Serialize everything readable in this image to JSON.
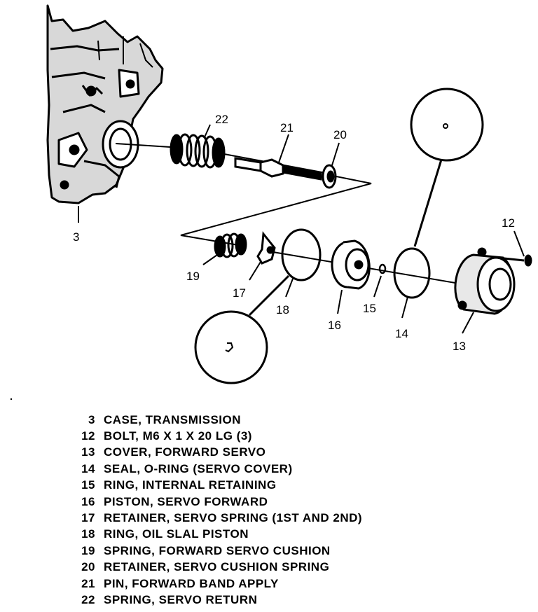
{
  "callouts": {
    "c3": "3",
    "c12": "12",
    "c13": "13",
    "c14": "14",
    "c15": "15",
    "c16": "16",
    "c17": "17",
    "c18": "18",
    "c19": "19",
    "c20": "20",
    "c21": "21",
    "c22": "22"
  },
  "legend": [
    {
      "num": "3",
      "desc": "CASE, TRANSMISSION"
    },
    {
      "num": "12",
      "desc": "BOLT, M6 X 1 X 20 LG (3)"
    },
    {
      "num": "13",
      "desc": "COVER, FORWARD SERVO"
    },
    {
      "num": "14",
      "desc": "SEAL, O-RING (SERVO COVER)"
    },
    {
      "num": "15",
      "desc": "RING, INTERNAL RETAINING"
    },
    {
      "num": "16",
      "desc": "PISTON, SERVO FORWARD"
    },
    {
      "num": "17",
      "desc": "RETAINER, SERVO SPRING (1ST AND 2ND)"
    },
    {
      "num": "18",
      "desc": "RING, OIL SLAL PISTON"
    },
    {
      "num": "19",
      "desc": "SPRING, FORWARD SERVO CUSHION"
    },
    {
      "num": "20",
      "desc": "RETAINER, SERVO CUSHION SPRING"
    },
    {
      "num": "21",
      "desc": "PIN, FORWARD BAND APPLY"
    },
    {
      "num": "22",
      "desc": "SPRING, SERVO RETURN"
    }
  ]
}
